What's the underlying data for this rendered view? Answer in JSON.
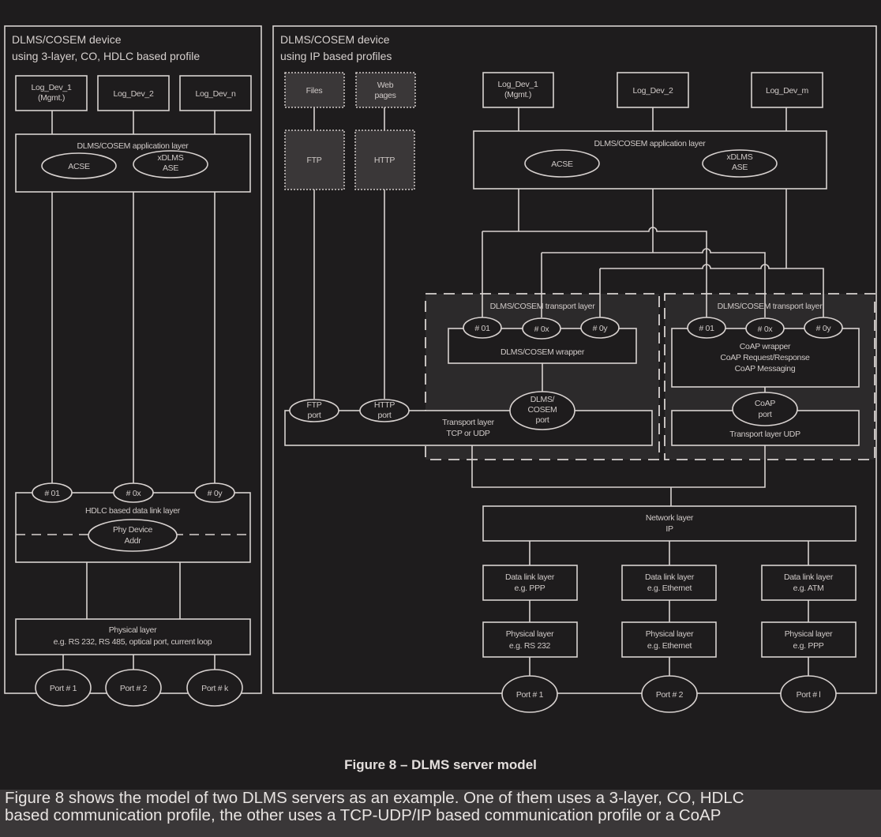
{
  "left_device": {
    "title_line1": "DLMS/COSEM device",
    "title_line2": "using 3-layer, CO, HDLC based profile",
    "logical_devices": [
      {
        "line1": "Log_Dev_1",
        "line2": "(Mgmt.)"
      },
      {
        "line1": "Log_Dev_2",
        "line2": ""
      },
      {
        "line1": "Log_Dev_n",
        "line2": ""
      }
    ],
    "app_layer": {
      "label": "DLMS/COSEM application layer",
      "acse": "ACSE",
      "xdlms_line1": "xDLMS",
      "xdlms_line2": "ASE"
    },
    "sap_addresses": [
      "# 01",
      "# 0x",
      "# 0y"
    ],
    "hdlc_layer": {
      "label": "HDLC based data link layer",
      "phy_addr_line1": "Phy Device",
      "phy_addr_line2": "Addr"
    },
    "physical_layer": {
      "line1": "Physical layer",
      "line2": "e.g. RS 232, RS 485, optical port, current loop"
    },
    "ports": [
      "Port # 1",
      "Port # 2",
      "Port # k"
    ]
  },
  "right_device": {
    "title_line1": "DLMS/COSEM device",
    "title_line2": "using IP based profiles",
    "other_apps": [
      {
        "content_line1": "Files",
        "content_line2": "",
        "protocol": "FTP",
        "port_line1": "FTP",
        "port_line2": "port"
      },
      {
        "content_line1": "Web",
        "content_line2": "pages",
        "protocol": "HTTP",
        "port_line1": "HTTP",
        "port_line2": "port"
      }
    ],
    "logical_devices": [
      {
        "line1": "Log_Dev_1",
        "line2": "(Mgmt.)"
      },
      {
        "line1": "Log_Dev_2",
        "line2": ""
      },
      {
        "line1": "Log_Dev_m",
        "line2": ""
      }
    ],
    "app_layer": {
      "label": "DLMS/COSEM application layer",
      "acse": "ACSE",
      "xdlms_line1": "xDLMS",
      "xdlms_line2": "ASE"
    },
    "transport_tcp_udp": {
      "region_label": "DLMS/COSEM transport layer",
      "wports": [
        "# 01",
        "# 0x",
        "# 0y"
      ],
      "wrapper": "DLMS/COSEM wrapper",
      "dlms_port_line1": "DLMS/",
      "dlms_port_line2": "COSEM",
      "dlms_port_line3": "port",
      "transport_line1": "Transport layer",
      "transport_line2": "TCP or UDP"
    },
    "transport_coap": {
      "region_label": "DLMS/COSEM transport layer",
      "wports": [
        "# 01",
        "# 0x",
        "# 0y"
      ],
      "wrapper_line1": "CoAP wrapper",
      "wrapper_line2": "CoAP Request/Response",
      "wrapper_line3": "CoAP Messaging",
      "port_line1": "CoAP",
      "port_line2": "port",
      "transport": "Transport layer UDP"
    },
    "network_layer": {
      "line1": "Network layer",
      "line2": "IP"
    },
    "data_link_layers": [
      {
        "line1": "Data link layer",
        "line2": "e.g. PPP"
      },
      {
        "line1": "Data link layer",
        "line2": "e.g. Ethernet"
      },
      {
        "line1": "Data link layer",
        "line2": "e.g. ATM"
      }
    ],
    "physical_layers": [
      {
        "line1": "Physical layer",
        "line2": "e.g. RS 232"
      },
      {
        "line1": "Physical layer",
        "line2": "e.g. Ethernet"
      },
      {
        "line1": "Physical layer",
        "line2": "e.g. PPP"
      }
    ],
    "ports": [
      "Port # 1",
      "Port # 2",
      "Port # l"
    ]
  },
  "caption": "Figure 8 – DLMS server model",
  "paragraph": {
    "line1": "Figure 8 shows the model of two DLMS servers as an example. One of them uses a 3-layer, CO, HDLC",
    "line2": "based communication profile, the other uses a TCP-UDP/IP based communication profile or a CoAP"
  }
}
